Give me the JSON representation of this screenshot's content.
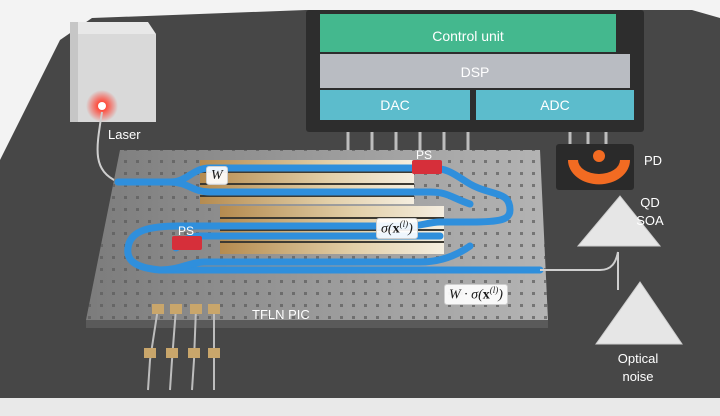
{
  "colors": {
    "background": "#f3f3f3",
    "board": "#4a4a4a",
    "chip": "#8a8a8a",
    "waveguide": "#2f8fdc",
    "electrode": "#c9a66b",
    "ps": "#d62f3a",
    "control": "#3fb58a",
    "dsp": "#b9bcc2",
    "converter": "#58b8c9",
    "laser_glow": "#ff3b2f",
    "pd_ring": "#f26b22"
  },
  "blocks": {
    "control_unit": "Control unit",
    "dsp": "DSP",
    "dac": "DAC",
    "adc": "ADC"
  },
  "labels": {
    "laser": "Laser",
    "pd": "PD",
    "qd_soa_line1": "QD",
    "qd_soa_line2": "SOA",
    "optical_noise_line1": "Optical",
    "optical_noise_line2": "noise",
    "tfln_pic": "TFLN PIC",
    "ps_top": "PS",
    "ps_bottom": "PS"
  },
  "math": {
    "weight": "W",
    "activation_prefix": "σ(",
    "activation_var": "x",
    "activation_sup": "(l)",
    "activation_suffix": ")",
    "product_prefix": "W · σ(",
    "product_var": "x",
    "product_sup": "(l)",
    "product_suffix": ")"
  },
  "icons": {
    "laser": "laser-source-icon",
    "photodetector": "photodetector-icon",
    "amplifier": "triangle-amplifier-icon",
    "noise": "triangle-noise-icon"
  }
}
